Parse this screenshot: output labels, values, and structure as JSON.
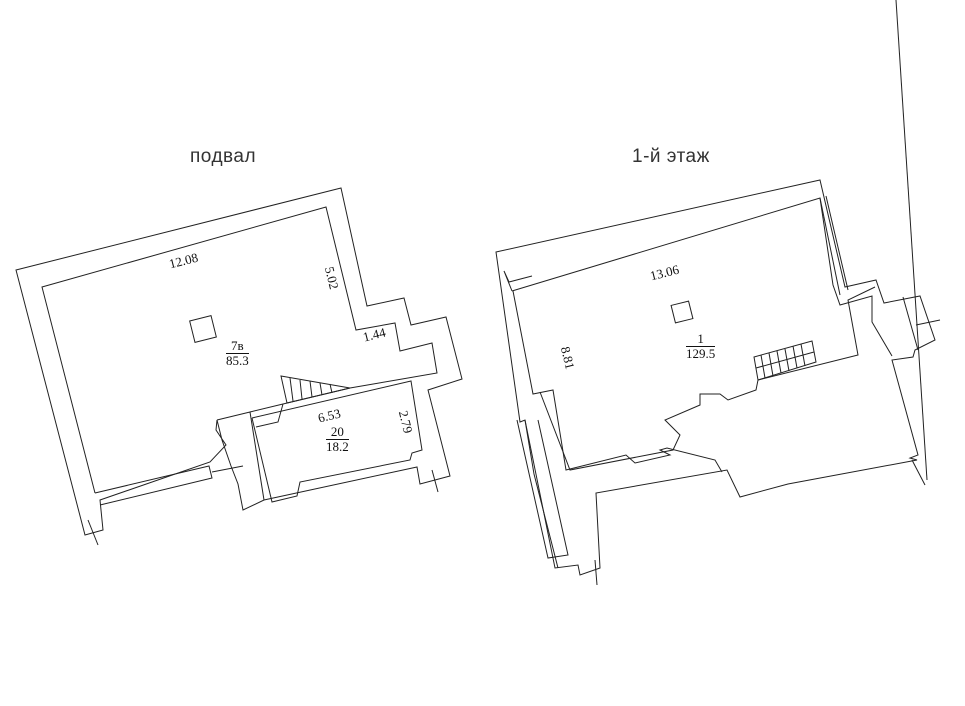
{
  "plans": [
    {
      "title": "подвал",
      "dimensions": [
        "12.08",
        "5.02",
        "1.44",
        "6.53",
        "2.79"
      ],
      "rooms": [
        {
          "number": "7в",
          "area": "85.3"
        },
        {
          "number": "20",
          "area": "18.2"
        }
      ]
    },
    {
      "title": "1-й этаж",
      "dimensions": [
        "13.06",
        "8.81"
      ],
      "rooms": [
        {
          "number": "1",
          "area": "129.5"
        }
      ]
    }
  ]
}
